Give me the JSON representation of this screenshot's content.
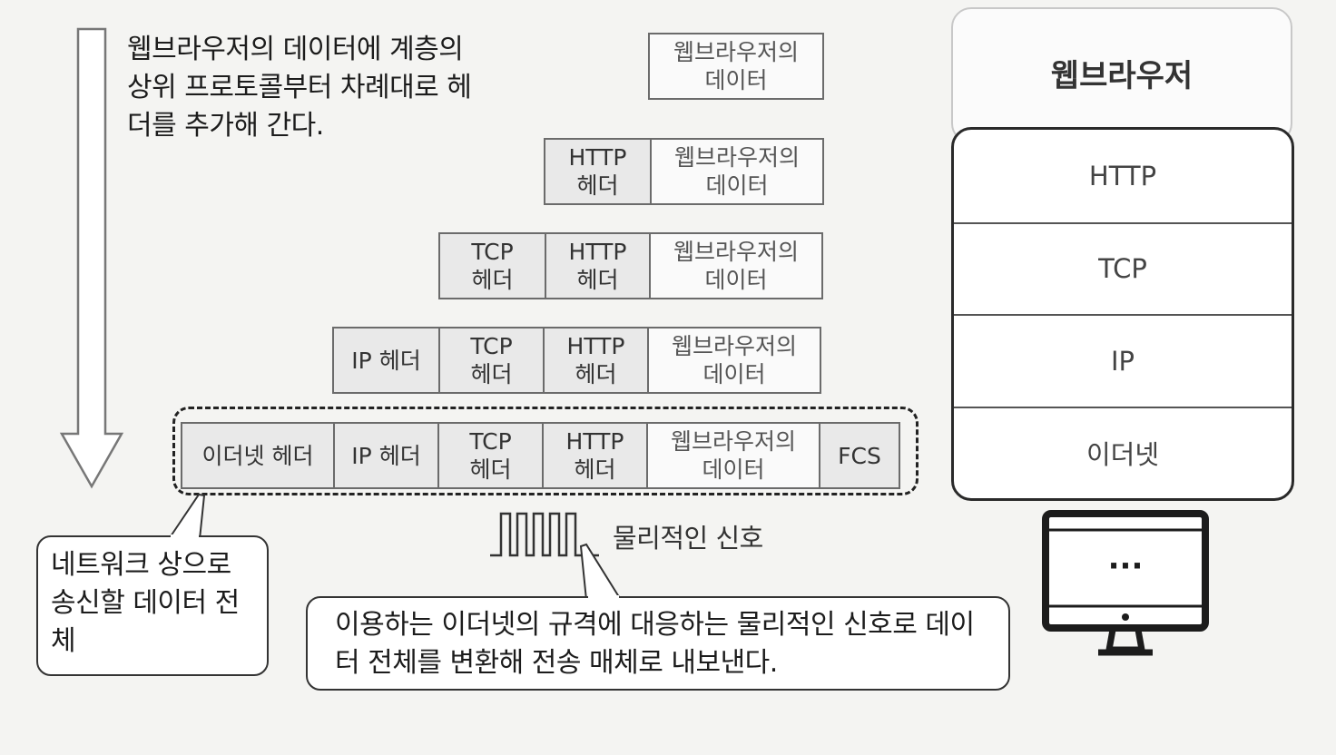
{
  "intro_text": "웹브라우저의 데이터에 계층의 상위 프로토콜부터 차례대로 헤더를 추가해 간다.",
  "labels": {
    "browser_data": "웹브라우저의\n데이터",
    "http_header": "HTTP\n헤더",
    "tcp_header": "TCP\n헤더",
    "ip_header": "IP 헤더",
    "ethernet_header": "이더넷 헤더",
    "fcs": "FCS"
  },
  "signal_label": "물리적인 신호",
  "callouts": {
    "whole_data": "네트워크 상으로 송신할 데이터 전체",
    "convert": "이용하는 이더넷의 규격에 대응하는 물리적인 신호로 데이터 전체를 변환해 전송 매체로 내보낸다."
  },
  "stack": {
    "app": "웹브라우저",
    "layers": [
      "HTTP",
      "TCP",
      "IP",
      "이더넷"
    ]
  },
  "monitor": {
    "screen_text": "···"
  }
}
